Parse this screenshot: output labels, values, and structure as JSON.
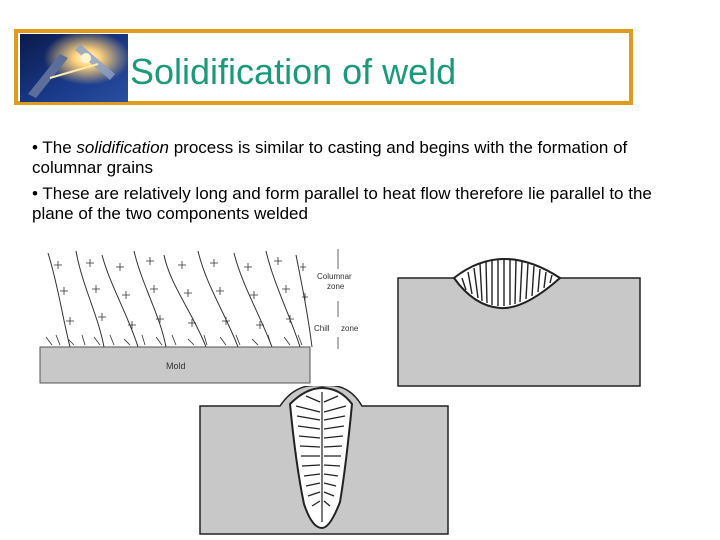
{
  "slide": {
    "title": "Solidification of weld",
    "bullets": [
      {
        "bullet": "•",
        "before": " The ",
        "emphasis": "solidification",
        "after": " process is similar to casting and begins with the formation of columnar grains"
      },
      {
        "bullet": "•",
        "before": " These are relatively long and form parallel to heat flow therefore lie parallel to the plane of the two components welded",
        "emphasis": "",
        "after": ""
      }
    ]
  },
  "figure_mold": {
    "columnar_label_line1": "Columnar",
    "columnar_label_line2": "zone",
    "chill_label": "Chill",
    "zone_label": "zone",
    "mold_label": "Mold"
  },
  "colors": {
    "title_border": "#e09a1c",
    "title_text": "#1a9a7a",
    "metal_fill": "#c8c8c8"
  }
}
